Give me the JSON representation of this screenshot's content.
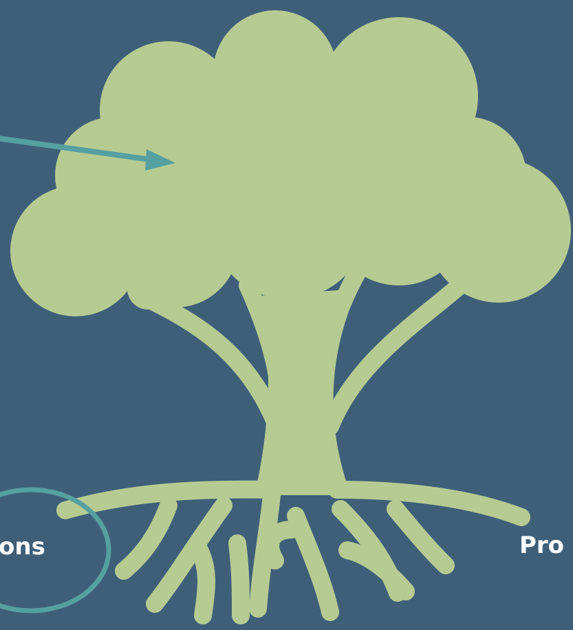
{
  "labels": {
    "left": "ons",
    "right": "Pro"
  },
  "colors": {
    "background": "#3f5f79",
    "tree": "#b5cb92",
    "accent": "#55a0a0",
    "text": "#ffffff"
  },
  "icons": {
    "tree": "tree-icon",
    "arrow": "arrow-icon",
    "ellipse": "ellipse-outline"
  }
}
